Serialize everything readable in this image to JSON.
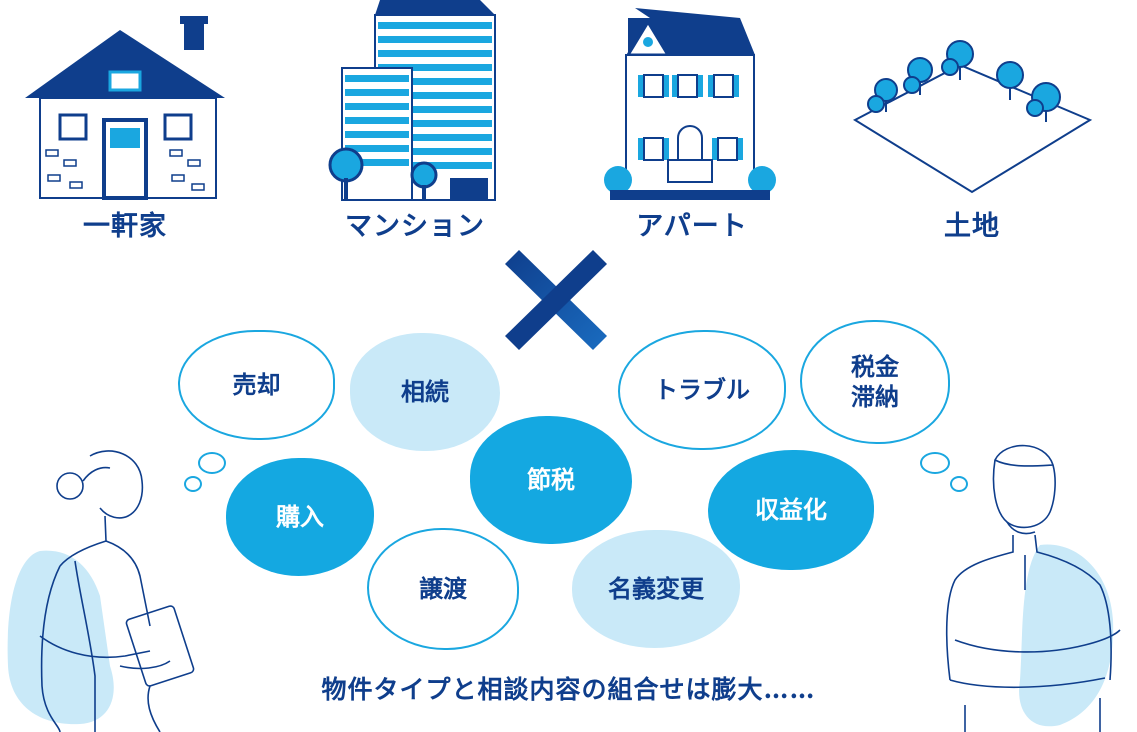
{
  "property_types": [
    {
      "label": "一軒家",
      "icon": "house-icon"
    },
    {
      "label": "マンション",
      "icon": "condominium-icon"
    },
    {
      "label": "アパート",
      "icon": "apartment-icon"
    },
    {
      "label": "土地",
      "icon": "land-icon"
    }
  ],
  "cross_symbol": "multiply-icon",
  "topics": [
    {
      "label": "売却",
      "style": "outline"
    },
    {
      "label": "相続",
      "style": "light"
    },
    {
      "label": "トラブル",
      "style": "outline"
    },
    {
      "label": "税金\n滞納",
      "style": "outline"
    },
    {
      "label": "購入",
      "style": "solid"
    },
    {
      "label": "節税",
      "style": "solid"
    },
    {
      "label": "収益化",
      "style": "solid"
    },
    {
      "label": "譲渡",
      "style": "outline"
    },
    {
      "label": "名義変更",
      "style": "light"
    }
  ],
  "caption": "物件タイプと相談内容の組合せは膨大……",
  "colors": {
    "navy": "#0f3e8c",
    "blue": "#1aa7e0",
    "light_blue": "#c9e9f8",
    "solid_blue": "#14a8e1"
  },
  "figures": [
    "woman-with-tablet",
    "man-thinking"
  ]
}
